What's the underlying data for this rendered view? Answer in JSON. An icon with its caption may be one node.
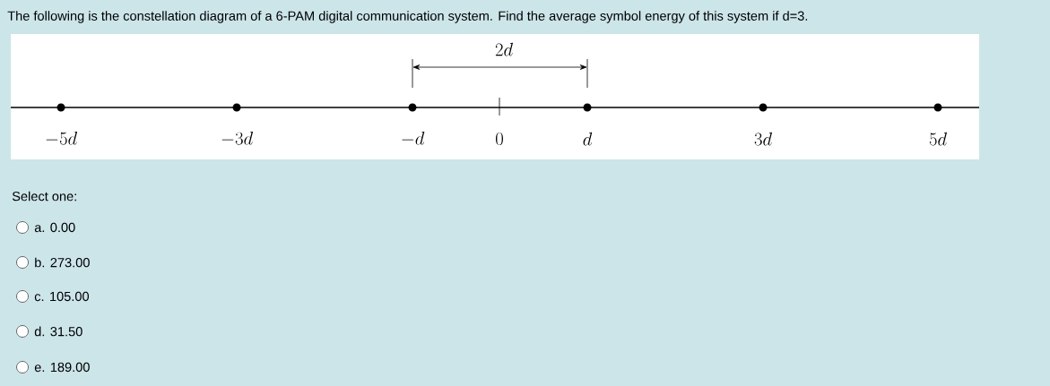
{
  "diagram": {
    "title": "The following is the constellation diagram of a 6-PAM digital communication system. Find the average symbol energy of this system if d=3.",
    "nodes": [
      {
        "text": [],
        "shape": "circle",
        "beside": [
          "-5d"
        ]
      },
      {
        "text": [],
        "shape": "circle",
        "beside": [
          "-3d"
        ]
      },
      {
        "text": [],
        "shape": "circle",
        "beside": [
          "-d"
        ]
      },
      {
        "text": [],
        "shape": "circle",
        "beside": [
          "d"
        ]
      },
      {
        "text": [],
        "shape": "circle",
        "beside": [
          "3d"
        ]
      },
      {
        "text": [],
        "shape": "circle",
        "beside": [
          "5d"
        ]
      }
    ],
    "labels": [
      "2d",
      "0",
      "Select one:",
      "a. 0.00",
      "b. 273.00",
      "c. 105.00",
      "d. 31.50",
      "e. 189.00"
    ]
  }
}
